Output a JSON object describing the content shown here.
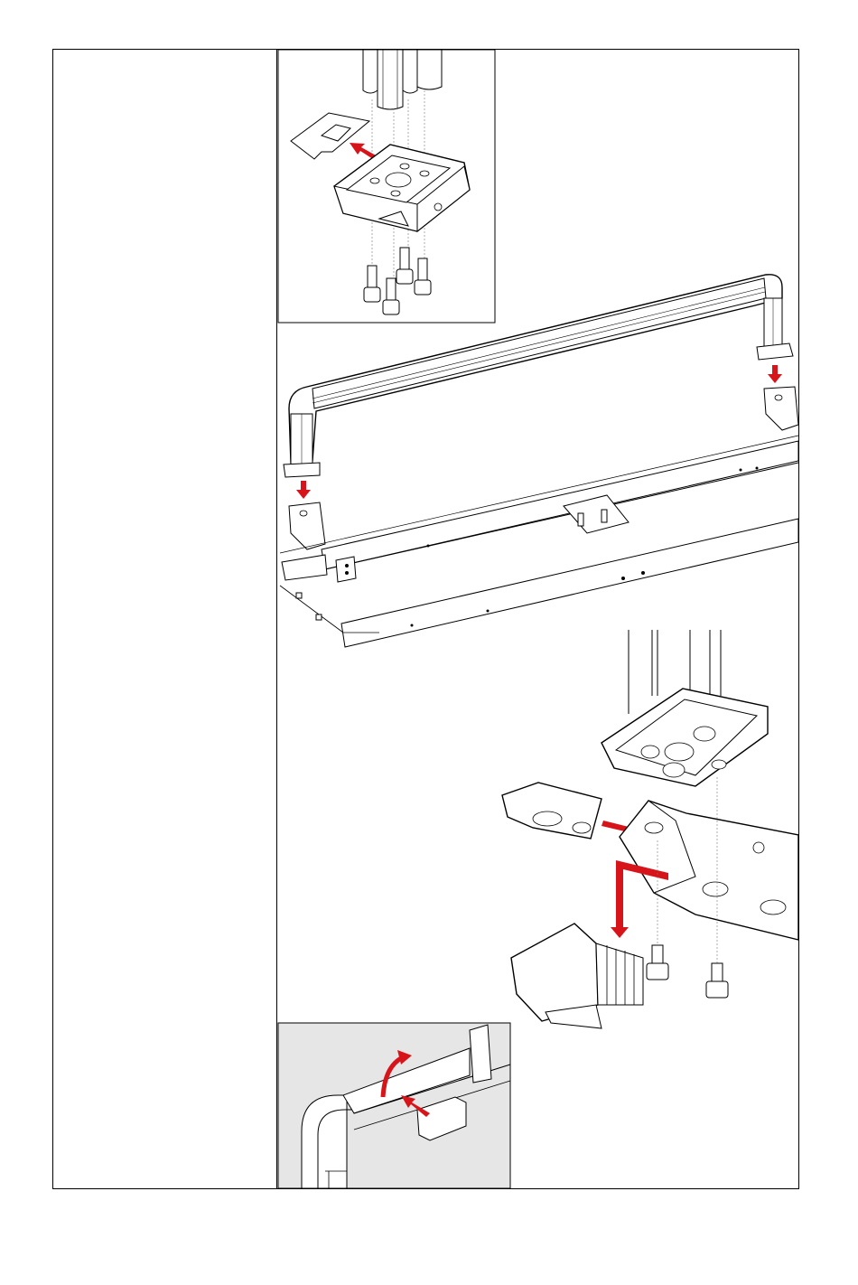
{
  "document": {
    "type": "assembly-instruction-page",
    "layout": {
      "left_column_text": "",
      "figures": [
        {
          "id": "inset-top",
          "icon": "bracket-screw-assembly"
        },
        {
          "id": "main-frame",
          "icon": "handle-bar-on-frame"
        },
        {
          "id": "detail-corner",
          "icon": "corner-bracket-detail"
        },
        {
          "id": "inset-bottom",
          "icon": "end-cap-clip-detail"
        }
      ]
    },
    "colors": {
      "arrow": "#d8141b",
      "line": "#000000",
      "inset_shade": "#e6e6e6",
      "background": "#ffffff"
    }
  }
}
